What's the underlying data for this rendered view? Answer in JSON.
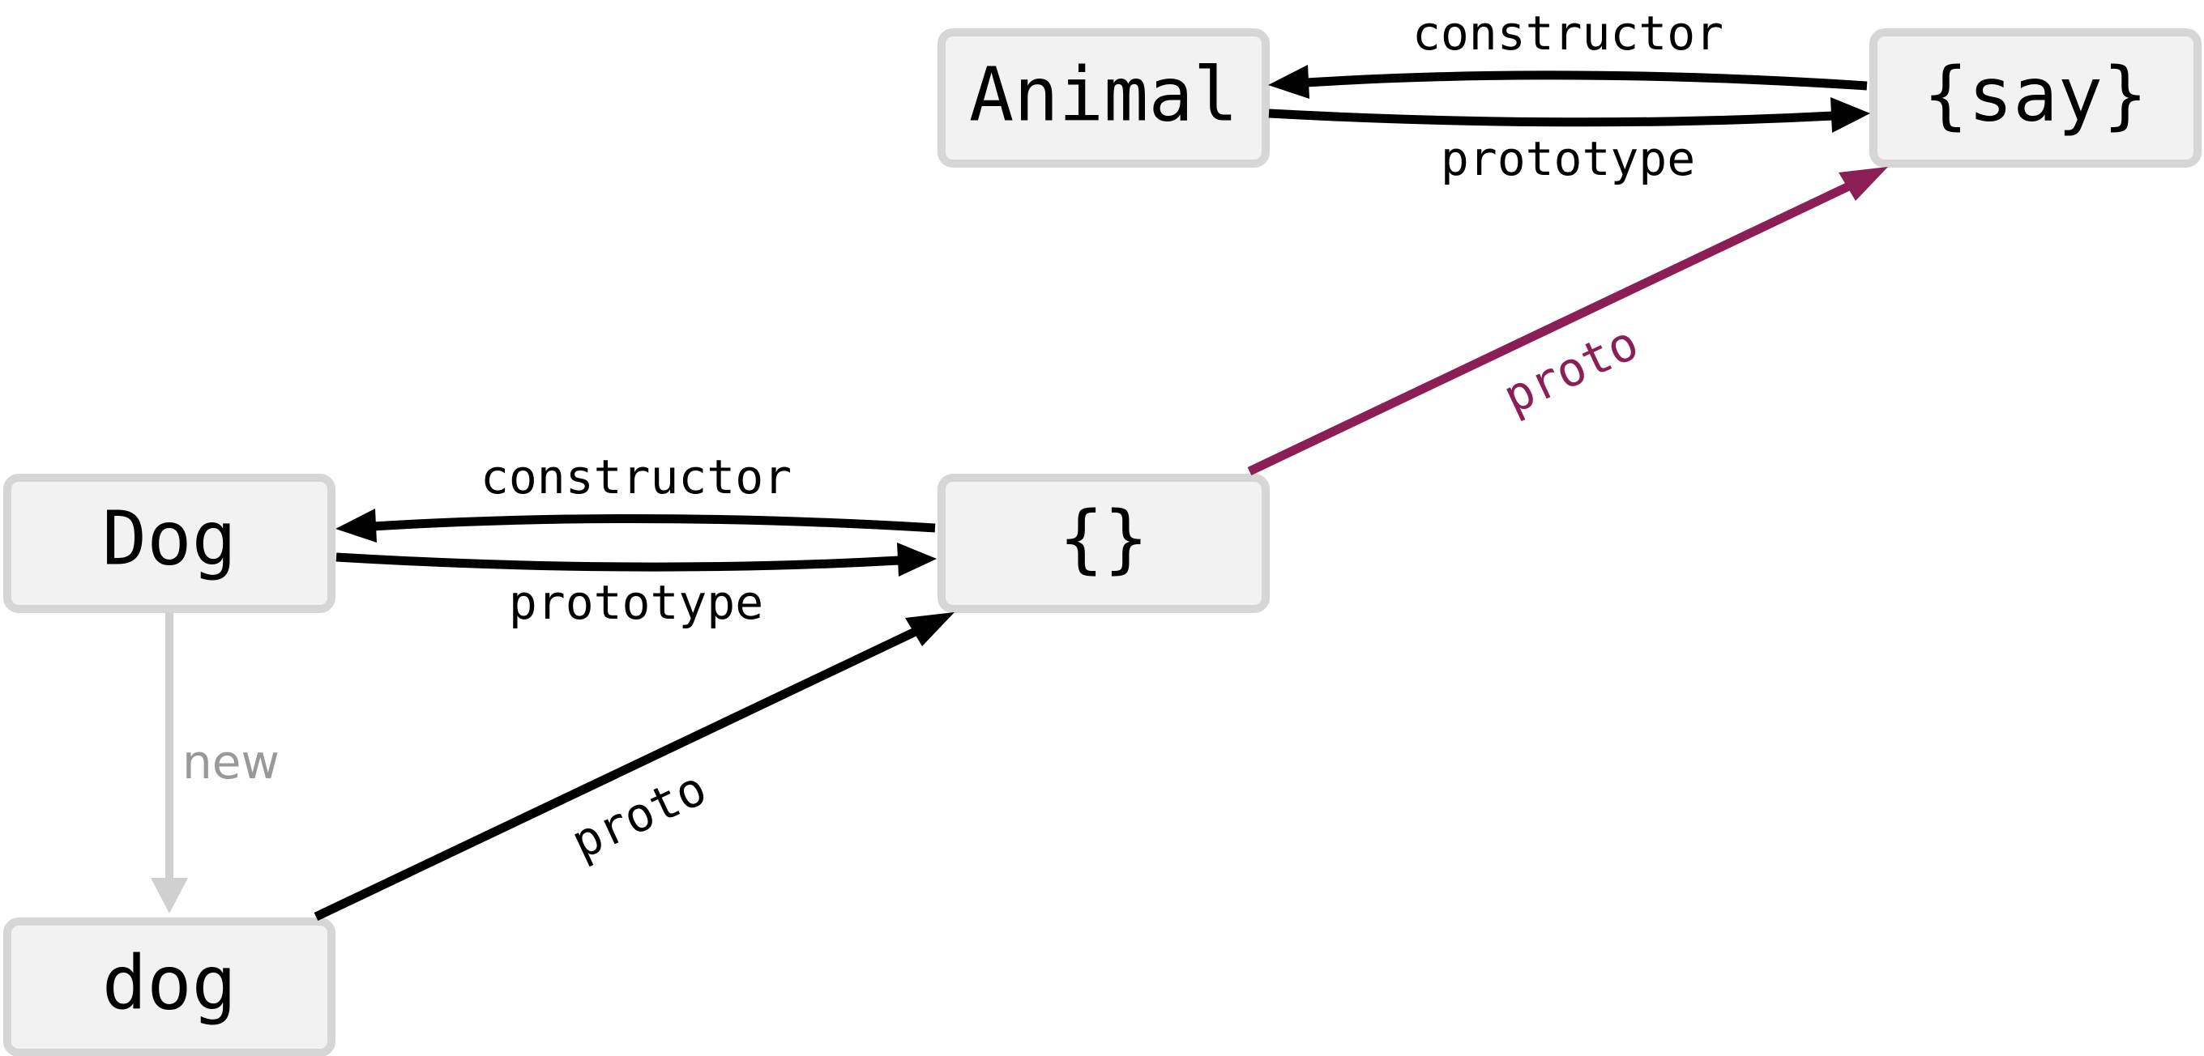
{
  "nodes": {
    "animal": "Animal",
    "say": "{say}",
    "dog_ctor": "Dog",
    "proto_obj": "{}",
    "dog_inst": "dog"
  },
  "edges": {
    "animal_constructor": "constructor",
    "animal_prototype": "prototype",
    "dog_constructor": "constructor",
    "dog_prototype": "prototype",
    "new": "new",
    "dog_proto": "proto",
    "obj_proto": "proto"
  },
  "colors": {
    "node_fill": "#f2f2f2",
    "node_border": "#d6d6d6",
    "edge": "#000000",
    "new_edge": "#d0d0d0",
    "highlight_edge": "#8b1e55"
  }
}
